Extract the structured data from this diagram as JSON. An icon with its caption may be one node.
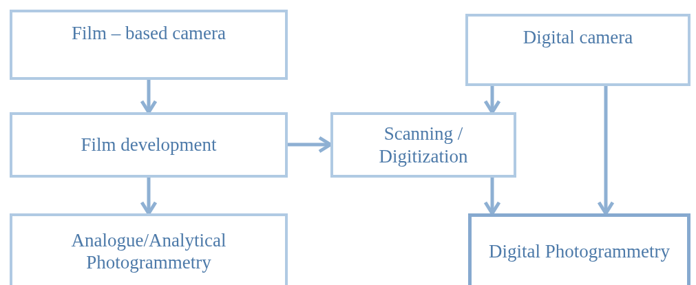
{
  "diagram": {
    "nodes": [
      {
        "text": [
          "Film – based camera"
        ]
      },
      {
        "text": [
          "Film development"
        ]
      },
      {
        "text": [
          "Analogue/Analytical Photogrammetry"
        ]
      },
      {
        "text": [
          "Digital camera"
        ]
      },
      {
        "text": [
          "Scanning / Digitization"
        ]
      },
      {
        "text": [
          "Digital Photogrammetry"
        ]
      }
    ],
    "edges": [
      {
        "from": 0,
        "to": 1,
        "arrow": "to"
      },
      {
        "from": 1,
        "to": 2,
        "arrow": "to"
      },
      {
        "from": 1,
        "to": 4,
        "arrow": "to"
      },
      {
        "from": 3,
        "to": 4,
        "arrow": "to"
      },
      {
        "from": 4,
        "to": 5,
        "arrow": "to"
      },
      {
        "from": 3,
        "to": 5,
        "arrow": "to"
      }
    ]
  }
}
